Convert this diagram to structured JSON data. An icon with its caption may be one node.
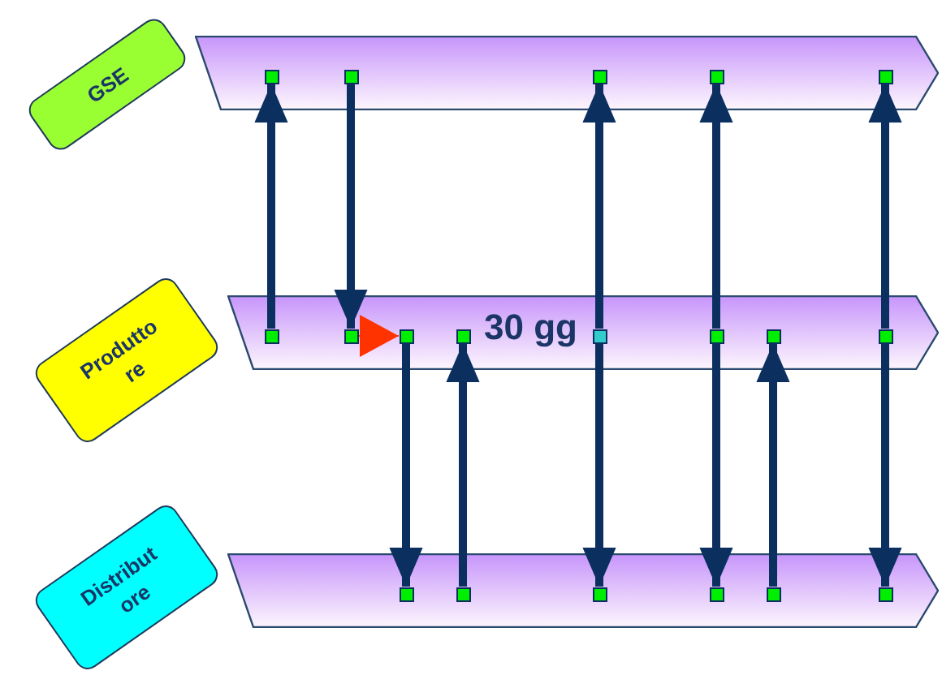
{
  "diagram": {
    "nodes": [
      {
        "text": [],
        "shape": "band"
      },
      {
        "text": [
          "GSE"
        ]
      },
      {
        "text": [],
        "shape": "box",
        "in": 0
      },
      {
        "text": [],
        "shape": "box",
        "in": 0
      },
      {
        "text": [],
        "shape": "box",
        "in": 0
      },
      {
        "text": [],
        "shape": "box",
        "in": 0
      },
      {
        "text": [],
        "shape": "box",
        "in": 0
      },
      {
        "text": [],
        "shape": "band"
      },
      {
        "text": [
          "Produtto re"
        ]
      },
      {
        "text": [],
        "shape": "box",
        "in": 7
      },
      {
        "text": [],
        "shape": "box",
        "in": 7
      },
      {
        "text": [],
        "shape": "box",
        "in": 7
      },
      {
        "text": [],
        "shape": "box",
        "in": 7
      },
      {
        "text": [],
        "shape": "box",
        "in": 7
      },
      {
        "text": [],
        "shape": "box",
        "in": 7
      },
      {
        "text": [],
        "shape": "box",
        "in": 7
      },
      {
        "text": [],
        "shape": "box",
        "in": 7
      },
      {
        "text": [],
        "shape": "band"
      },
      {
        "text": [
          "Distribut ore"
        ]
      },
      {
        "text": [],
        "shape": "box",
        "in": 17
      },
      {
        "text": [],
        "shape": "box",
        "in": 17
      },
      {
        "text": [],
        "shape": "box",
        "in": 17
      },
      {
        "text": [],
        "shape": "box",
        "in": 17
      },
      {
        "text": [],
        "shape": "box",
        "in": 17
      },
      {
        "text": [],
        "shape": "box",
        "in": 17
      }
    ],
    "edges": [
      {
        "from": 9,
        "to": 2,
        "arrow": "to"
      },
      {
        "from": 3,
        "to": 10,
        "arrow": "to"
      },
      {
        "from": 10,
        "to": 11,
        "arrow": "to",
        "color": "#ff3300"
      },
      {
        "from": 11,
        "to": 19,
        "arrow": "to"
      },
      {
        "from": 20,
        "to": 12,
        "arrow": "to"
      },
      {
        "from": 13,
        "to": 4,
        "arrow": "to"
      },
      {
        "from": 13,
        "to": 21,
        "arrow": "to"
      },
      {
        "from": 14,
        "to": 5,
        "arrow": "to"
      },
      {
        "from": 14,
        "to": 22,
        "arrow": "to"
      },
      {
        "from": 23,
        "to": 15,
        "arrow": "to"
      },
      {
        "from": 16,
        "to": 6,
        "arrow": "to"
      },
      {
        "from": 16,
        "to": 24,
        "arrow": "to"
      }
    ],
    "labels": [
      "30 gg"
    ]
  }
}
